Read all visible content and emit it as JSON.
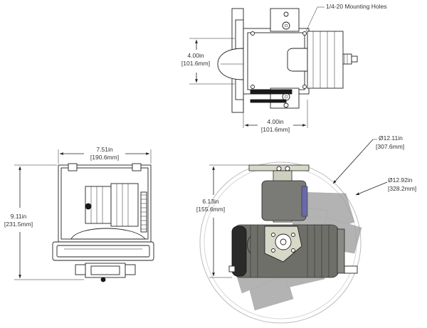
{
  "callouts": {
    "mounting_holes": "1/4-20 Mounting Holes"
  },
  "top_view": {
    "height_in": "4.00in",
    "height_mm": "[101.6mm]",
    "width_in": "4.00in",
    "width_mm": "[101.6mm]"
  },
  "side_view": {
    "width_in": "7.51in",
    "width_mm": "[190.6mm]",
    "height_in": "9.11in",
    "height_mm": "[231.5mm]"
  },
  "rotation_view": {
    "height_in": "6.13in",
    "height_mm": "[155.6mm]",
    "inner_diameter_in": "Ø12.11in",
    "inner_diameter_mm": "[307.6mm]",
    "outer_diameter_in": "Ø12.92in",
    "outer_diameter_mm": "[328.2mm]"
  },
  "colors": {
    "line": "#222222",
    "body_shade": "#6f6f6a",
    "ghost_shade": "#9a9a9a",
    "plate_fill": "#d8d8c8",
    "accent_blue": "#6a6aa8"
  }
}
